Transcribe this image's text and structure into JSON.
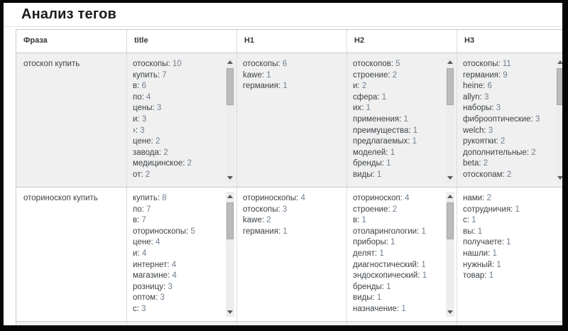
{
  "page": {
    "title": "Анализ тегов"
  },
  "colors": {
    "stripe_row_bg": "#f0f0f0",
    "tag_word_text": "#3d4348",
    "tag_count_text": "#6f7f90",
    "table_border": "#c9c9c9"
  },
  "table": {
    "headers": [
      "Фраза",
      "title",
      "H1",
      "H2",
      "H3"
    ],
    "rows": [
      {
        "phrase": "отоскоп купить",
        "title": [
          {
            "t": "отоскопы",
            "n": 10
          },
          {
            "t": "купить",
            "n": 7
          },
          {
            "t": "в",
            "n": 6
          },
          {
            "t": "по",
            "n": 4
          },
          {
            "t": "цены",
            "n": 3
          },
          {
            "t": "и",
            "n": 3
          },
          {
            "t": "›",
            "n": 3
          },
          {
            "t": "цене",
            "n": 2
          },
          {
            "t": "завода",
            "n": 2
          },
          {
            "t": "медицинское",
            "n": 2
          },
          {
            "t": "от",
            "n": 2
          }
        ],
        "h1": [
          {
            "t": "отоскопы",
            "n": 6
          },
          {
            "t": "kawe",
            "n": 1
          },
          {
            "t": "германия",
            "n": 1
          }
        ],
        "h2": [
          {
            "t": "отоскопов",
            "n": 5
          },
          {
            "t": "строение",
            "n": 2
          },
          {
            "t": "и",
            "n": 2
          },
          {
            "t": "сфера",
            "n": 1
          },
          {
            "t": "их",
            "n": 1
          },
          {
            "t": "применения",
            "n": 1
          },
          {
            "t": "преимущества",
            "n": 1
          },
          {
            "t": "предлагаемых",
            "n": 1
          },
          {
            "t": "моделей",
            "n": 1
          },
          {
            "t": "бренды",
            "n": 1
          },
          {
            "t": "виды",
            "n": 1
          }
        ],
        "h3": [
          {
            "t": "отоскопы",
            "n": 11
          },
          {
            "t": "германия",
            "n": 9
          },
          {
            "t": "heine",
            "n": 6
          },
          {
            "t": "allyn",
            "n": 3
          },
          {
            "t": "наборы",
            "n": 3
          },
          {
            "t": "фиброоптические",
            "n": 3
          },
          {
            "t": "welch",
            "n": 3
          },
          {
            "t": "рукоятки",
            "n": 2
          },
          {
            "t": "дополнительные",
            "n": 2
          },
          {
            "t": "beta",
            "n": 2
          },
          {
            "t": "отоскопам",
            "n": 2
          }
        ]
      },
      {
        "phrase": "оториноскоп купить",
        "title": [
          {
            "t": "купить",
            "n": 8
          },
          {
            "t": "по",
            "n": 7
          },
          {
            "t": "в",
            "n": 7
          },
          {
            "t": "оториноскопы",
            "n": 5
          },
          {
            "t": "цене",
            "n": 4
          },
          {
            "t": "и",
            "n": 4
          },
          {
            "t": "интернет",
            "n": 4
          },
          {
            "t": "магазине",
            "n": 4
          },
          {
            "t": "розницу",
            "n": 3
          },
          {
            "t": "оптом",
            "n": 3
          },
          {
            "t": "с",
            "n": 3
          }
        ],
        "h1": [
          {
            "t": "оториноскопы",
            "n": 4
          },
          {
            "t": "отоскопы",
            "n": 3
          },
          {
            "t": "kawe",
            "n": 2
          },
          {
            "t": "германия",
            "n": 1
          }
        ],
        "h2": [
          {
            "t": "оториноскоп",
            "n": 4
          },
          {
            "t": "строение",
            "n": 2
          },
          {
            "t": "в",
            "n": 1
          },
          {
            "t": "отоларингологии",
            "n": 1
          },
          {
            "t": "приборы",
            "n": 1
          },
          {
            "t": "делят",
            "n": 1
          },
          {
            "t": "диагностический",
            "n": 1
          },
          {
            "t": "эндоскопический",
            "n": 1
          },
          {
            "t": "бренды",
            "n": 1
          },
          {
            "t": "виды",
            "n": 1
          },
          {
            "t": "назначение",
            "n": 1
          }
        ],
        "h3": [
          {
            "t": "нами",
            "n": 2
          },
          {
            "t": "сотрудничия",
            "n": 1
          },
          {
            "t": "с",
            "n": 1
          },
          {
            "t": "вы",
            "n": 1
          },
          {
            "t": "получаете",
            "n": 1
          },
          {
            "t": "нашли",
            "n": 1
          },
          {
            "t": "нужный",
            "n": 1
          },
          {
            "t": "товар",
            "n": 1
          }
        ]
      }
    ]
  }
}
